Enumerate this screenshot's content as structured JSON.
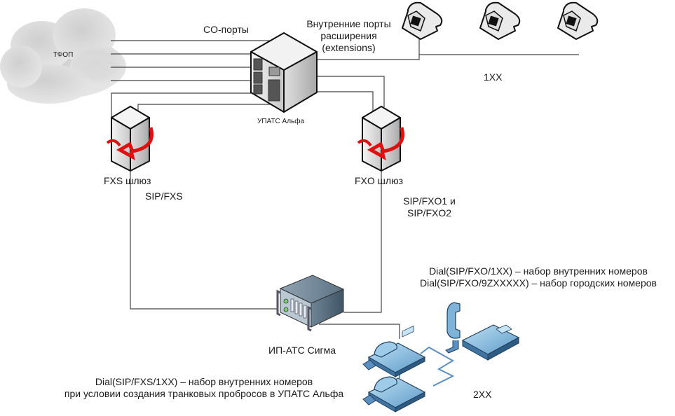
{
  "labels": {
    "pstn": "ТФОП",
    "co_ports": "CO-порты",
    "extension_ports": [
      "Внутренние порты",
      "расширения",
      "(extensions)"
    ],
    "pbx": "УПАТС Альфа",
    "ext_group_1": "1XX",
    "fxs_gateway": "FXS шлюз",
    "fxs_trunk": "SIP/FXS",
    "fxo_gateway": "FXO шлюз",
    "fxo_trunk": [
      "SIP/FXO1 и",
      "SIP/FXO2"
    ],
    "ip_pbx": "ИП-АТС Сигма",
    "ext_group_2": "2XX",
    "fxo_dial_notes": [
      "Dial(SIP/FXO/1XX) – набор внутренних номеров",
      "Dial(SIP/FXO/9ZXXXXX) – набор городских номеров"
    ],
    "fxs_dial_notes": [
      "Dial(SIP/FXS/1XX) – набор внутренних номеров",
      "при условии создания транковых пробросов в УПАТС Альфа"
    ]
  },
  "nodes": [
    {
      "id": "pstn",
      "type": "cloud",
      "label": "ТФОП"
    },
    {
      "id": "pbx",
      "type": "pbx-cabinet",
      "label": "УПАТС Альфа"
    },
    {
      "id": "analog-phone-1",
      "type": "analog-phone"
    },
    {
      "id": "analog-phone-2",
      "type": "analog-phone"
    },
    {
      "id": "analog-phone-3",
      "type": "analog-phone"
    },
    {
      "id": "fxs-gateway",
      "type": "gateway",
      "label": "FXS шлюз"
    },
    {
      "id": "fxo-gateway",
      "type": "gateway",
      "label": "FXO шлюз"
    },
    {
      "id": "ip-pbx",
      "type": "server",
      "label": "ИП-АТС Сигма"
    },
    {
      "id": "ip-phone-1",
      "type": "ip-phone"
    },
    {
      "id": "ip-phone-2",
      "type": "ip-phone"
    },
    {
      "id": "ip-phone-3",
      "type": "ip-phone"
    }
  ],
  "edges": [
    {
      "from": "pstn",
      "to": "pbx",
      "label": "CO-порты",
      "count": 4
    },
    {
      "from": "pbx",
      "to": "analog-phone-1",
      "label": "extensions"
    },
    {
      "from": "pbx",
      "to": "fxs-gateway",
      "count": 2
    },
    {
      "from": "pbx",
      "to": "fxo-gateway",
      "count": 2
    },
    {
      "from": "fxs-gateway",
      "to": "ip-pbx",
      "label": "SIP/FXS"
    },
    {
      "from": "fxo-gateway",
      "to": "ip-pbx",
      "label": "SIP/FXO1 и SIP/FXO2"
    },
    {
      "from": "ip-pbx",
      "to": "ip-phone-1"
    },
    {
      "from": "ip-phone-1",
      "to": "ip-phone-2"
    },
    {
      "from": "ip-phone-1",
      "to": "ip-phone-3"
    }
  ],
  "colors": {
    "line": "#333333",
    "ip_link": "#5b8fc0",
    "arrow_red": "#e01010",
    "ip_phone": "#7fb3d8",
    "cloud": "#d9d9d9"
  }
}
